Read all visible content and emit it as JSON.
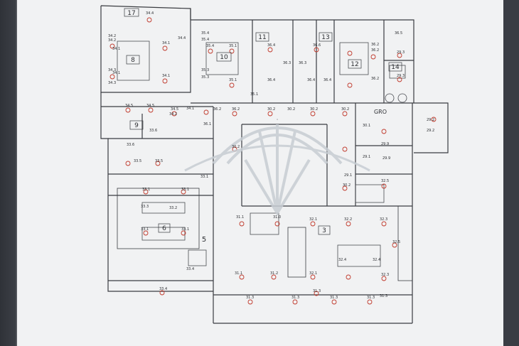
{
  "drawing": {
    "room_numbers": [
      "17",
      "8",
      "9",
      "10",
      "11",
      "13",
      "12",
      "14",
      "6",
      "5",
      "3",
      "GRO"
    ],
    "spot_levels": [
      "34.4",
      "34.2",
      "34.2",
      "34.1",
      "34.1",
      "34.1",
      "34.3",
      "34.3",
      "34.1",
      "34.4",
      "35.4",
      "35.4",
      "35.4",
      "35.3",
      "35.3",
      "35.1",
      "35.1",
      "36.4",
      "36.3",
      "36.3",
      "36.6",
      "35.1",
      "36.4",
      "36.4",
      "36.4",
      "36.2",
      "36.2",
      "36.2",
      "36.5",
      "29.3",
      "29.3",
      "34.5",
      "34.5",
      "34.5",
      "34.1",
      "34.2",
      "36.1",
      "36.2",
      "36.2",
      "30.2",
      "30.2",
      "30.2",
      "30.2",
      "30.1",
      "29.2",
      "29.2",
      "33.6",
      "33.6",
      "33.5",
      "33.5",
      "33.1",
      "30.2",
      "30.2",
      "29.1",
      "29.1",
      "29.9",
      "29.9",
      "32.5",
      "33.1",
      "33.1",
      "33.3",
      "33.2",
      "33.1",
      "33.1",
      "33.4",
      "31.1",
      "31.0",
      "32.1",
      "32.2",
      "32.3",
      "32.5",
      "32.4",
      "32.4",
      "32.3",
      "31.1",
      "31.2",
      "32.1",
      "31.3",
      "31.3",
      "31.3",
      "31.3",
      "31.3",
      "31.3",
      "33.4"
    ],
    "colors": {
      "paper": "#f1f2f3",
      "line": "#3a3c41",
      "marker": "#c0392b",
      "watermark": "#9aa3ad"
    }
  }
}
